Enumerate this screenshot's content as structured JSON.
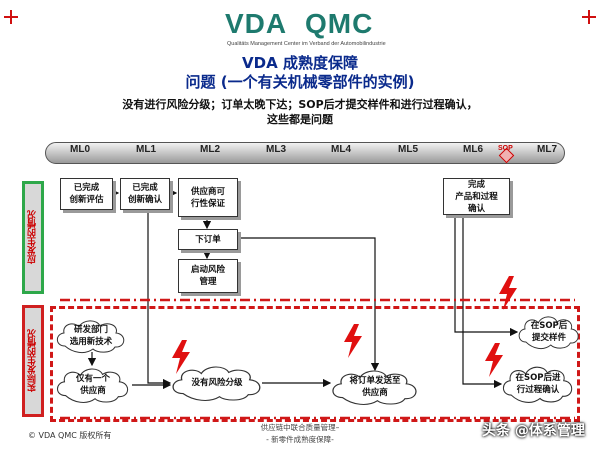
{
  "header": {
    "logo_vda": "VDA",
    "logo_qmc": "QMC",
    "logo_subtitle": "Qualitäts Management Center im Verband der Automobilindustrie",
    "brand_color": "#1e7a6e"
  },
  "title": {
    "line1": "VDA 成熟度保障",
    "line2": "问题 (一个有关机械零部件的实例)"
  },
  "problem": {
    "line1": "没有进行风险分级；订单太晚下达；SOP后才提交样件和进行过程确认，",
    "line2": "这些都是问题"
  },
  "timeline": {
    "milestones": [
      "ML0",
      "ML1",
      "ML2",
      "ML3",
      "ML4",
      "ML5",
      "ML6",
      "ML7"
    ],
    "sop": "SOP"
  },
  "sections": {
    "should": "应发生的情况",
    "actual": "实际发生的情况"
  },
  "should_boxes": {
    "b1": "已完成\n创新评估",
    "b2": "已完成\n创新确认",
    "b3": "供应商可\n行性保证",
    "b4": "下订单",
    "b5": "启动风险\n管理",
    "b6": "完成\n产品和过程\n确认"
  },
  "actual_clouds": {
    "c1": "研发部门\n选用新技术",
    "c2": "仅有一个\n供应商",
    "c3": "没有风险分级",
    "c4": "将订单发送至\n供应商",
    "c5": "在SOP后\n提交样件",
    "c6": "在SOP后进\n行过程确认"
  },
  "footer": {
    "copyright": "© VDA QMC 版权所有",
    "line1": "供应链中联合质量管理–",
    "line2": "- 新零件成熟度保障-",
    "watermark": "头条 @体系管理"
  },
  "colors": {
    "title": "#0a2a8c",
    "alert_red": "#d01818",
    "ok_green": "#2ea84a"
  }
}
